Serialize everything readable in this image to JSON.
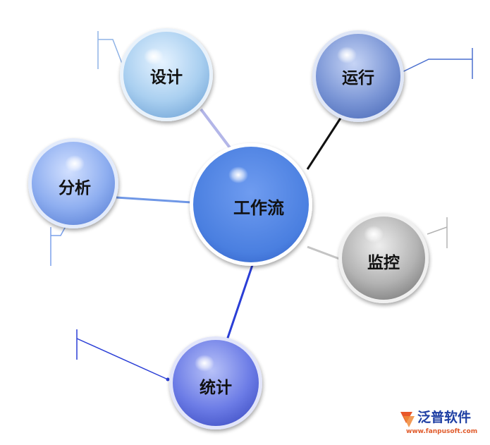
{
  "center": {
    "label": "工作流",
    "color": "#4a7fe0"
  },
  "nodes": [
    {
      "id": "design",
      "label": "设计",
      "color": "#a9cff0",
      "link_color": "#b3b6e8"
    },
    {
      "id": "run",
      "label": "运行",
      "color": "#7b96d6",
      "link_color": "#111111"
    },
    {
      "id": "analyze",
      "label": "分析",
      "color": "#8eaef0",
      "link_color": "#6f97e6"
    },
    {
      "id": "monitor",
      "label": "监控",
      "color": "#b3b3b3",
      "link_color": "#c4c4c4"
    },
    {
      "id": "stats",
      "label": "统计",
      "color": "#6c7ce6",
      "link_color": "#2a3ed6"
    }
  ],
  "logo": {
    "text": "泛普软件",
    "url": "www.fanpusoft.com",
    "color": "#1e3fa3"
  }
}
